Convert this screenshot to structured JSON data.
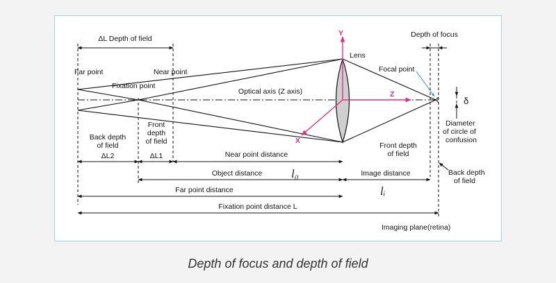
{
  "diagram": {
    "labels": {
      "depth_of_field": "ΔL  Depth of field",
      "far_point": "Far point",
      "near_point": "Near point",
      "fixation_point": "Fixation point",
      "optical_axis": "Optical axis (Z axis)",
      "lens": "Lens",
      "y_axis": "Y",
      "z_axis": "Z",
      "x_axis": "X",
      "depth_of_focus": "Depth of focus",
      "focal_point": "Focal point",
      "delta": "δ",
      "coc_line1": "Diameter",
      "coc_line2": "of circle of",
      "coc_line3": "confusion",
      "back_dof_line1": "Back depth",
      "back_dof_line2": "of field",
      "back_dof_symbol": "ΔL2",
      "front_dof_line1": "Front",
      "front_dof_line2": "depth",
      "front_dof_line3": "of field",
      "front_dof_symbol": "ΔL1",
      "near_point_distance": "Near point distance",
      "object_distance": "Object distance",
      "object_distance_symbol": "l₀",
      "image_distance": "Image distance",
      "image_distance_symbol": "lᵢ",
      "far_point_distance": "Far point distance",
      "fixation_point_distance": "Fixation point distance  L",
      "front_dof_image_line1": "Front depth",
      "front_dof_image_line2": "of field",
      "back_dof_image_line1": "Back depth",
      "back_dof_image_line2": "of field",
      "imaging_plane": "Imaging plane(retina)"
    },
    "colors": {
      "axis_pink": "#e0307a",
      "lens_fill": "#cfcfcf",
      "focal_pointer": "#3a8fd0",
      "border": "#9fd3ea"
    }
  },
  "caption": "Depth of focus and depth of field"
}
